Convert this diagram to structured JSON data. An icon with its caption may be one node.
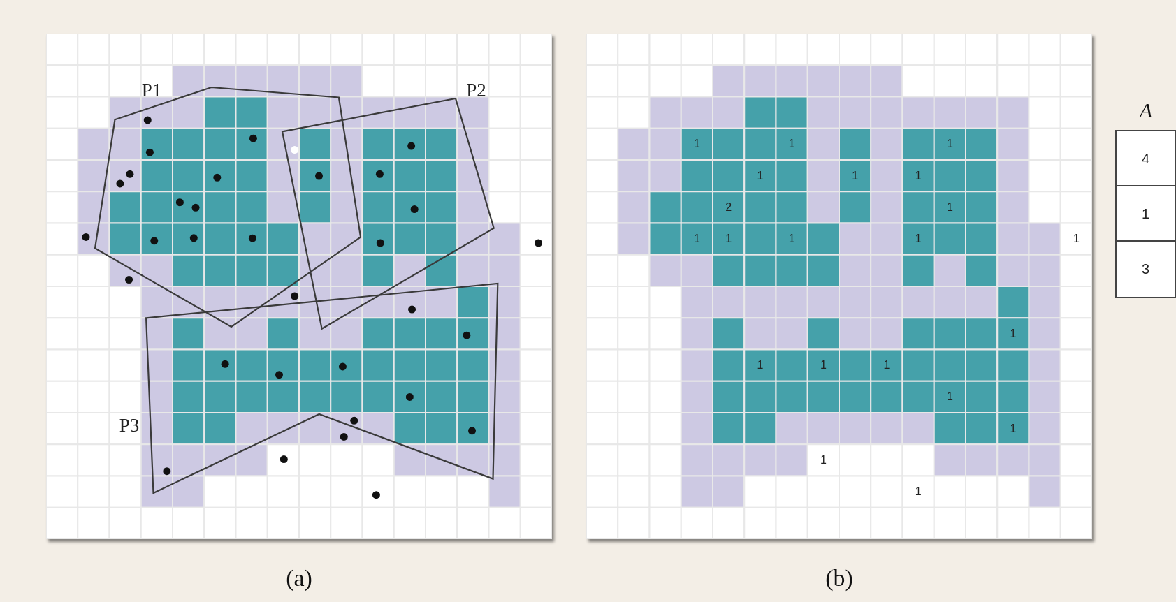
{
  "diagram": {
    "nodes": [
      {
        "text": [
          "P1"
        ]
      },
      {
        "text": [
          "P2"
        ]
      },
      {
        "text": [
          "P3"
        ]
      }
    ],
    "labels": [
      "1",
      "1",
      "1",
      "1",
      "1",
      "1",
      "2",
      "1",
      "1",
      "1",
      "1",
      "1",
      "1",
      "1",
      "1",
      "1",
      "1",
      "1",
      "1",
      "1",
      "1",
      "A",
      "4",
      "1",
      "3",
      "(a)",
      "(b)"
    ]
  }
}
